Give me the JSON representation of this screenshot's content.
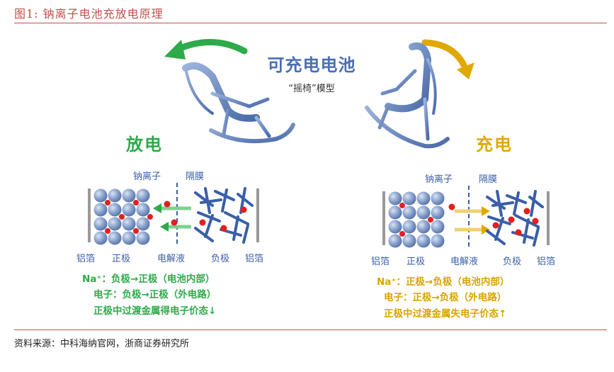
{
  "figure": {
    "title": "图1:   钠离子电池充放电原理",
    "source": "资料来源：中科海纳官网，浙商证券研究所"
  },
  "diagram": {
    "center_title": "可充电电池",
    "center_subtitle": "“摇椅”模型",
    "discharge": {
      "mode": "放电",
      "label_ion": "钠离子",
      "label_separator": "隔膜",
      "label_foil_left": "铝箔",
      "label_cathode": "正极",
      "label_electrolyte": "电解液",
      "label_anode": "负极",
      "label_foil_right": "铝箔",
      "line1": "Na⁺：负极→正极（电池内部）",
      "line2": "电子：负极→正极（外电路）",
      "line3": "正极中过渡金属得电子价态↓"
    },
    "charge": {
      "mode": "充电",
      "label_ion": "钠离子",
      "label_separator": "隔膜",
      "label_foil_left": "铝箔",
      "label_cathode": "正极",
      "label_electrolyte": "电解液",
      "label_anode": "负极",
      "label_foil_right": "铝箔",
      "line1": "Na⁺：正极→负极（电池内部）",
      "line2": "电子：正极→负极（外电路）",
      "line3": "正极中过渡金属失电子价态↑"
    },
    "colors": {
      "discharge": "#2eaa4a",
      "charge": "#e0a800",
      "title_blue": "#4a6fb3",
      "sodium_ion": "#e02020",
      "accent_rule": "#c0504d"
    }
  }
}
